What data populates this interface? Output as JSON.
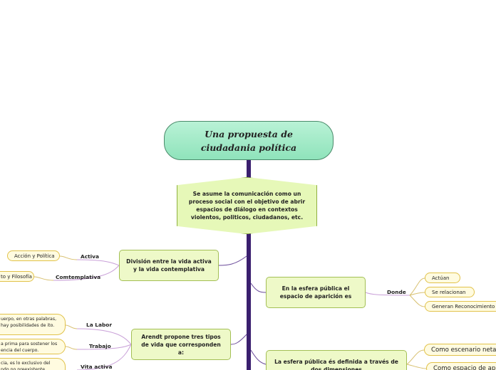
{
  "root": {
    "title": "Una propuesta de ciudadania política"
  },
  "intro": {
    "text": "Se asume la comunicación como un proceso social con el objetivo de abrir espacios de diálogo en contextos violentos, politicos, ciudadanos, etc."
  },
  "division": {
    "text": "División entre la vida activa y la vida contemplativa",
    "branches": [
      {
        "label": "Activa",
        "leaf": "Acción y Política"
      },
      {
        "label": "Comtemplativa",
        "leaf": "to y Filosofía"
      }
    ]
  },
  "esfera": {
    "text": "En la esfera pública el espacio de aparición es",
    "label": "Donde",
    "leaves": [
      "Actúan",
      "Se relacionan",
      "Generan Reconocimiento"
    ]
  },
  "arendt": {
    "text": "Arendt propone tres tipos de vida que corresponden a:",
    "branches": [
      {
        "label": "La Labor",
        "leaf": "uerpo, en otras palabras, hay posibilidades de ito."
      },
      {
        "label": "Trabajo",
        "leaf": "a prima para sostener los encia del cuerpo."
      },
      {
        "label": "Vita activa",
        "leaf": "cia, es lo exclusivo del ndo no preexistente"
      }
    ]
  },
  "definida": {
    "text": "La esfera pública és definida a través de dos dimensiones",
    "leaves": [
      "Como escenario netamente",
      "Como espacio de ap"
    ]
  },
  "colors": {
    "trunk": "#3a1f6e",
    "branch": "#6a4a9a",
    "leaf_link": "#c9b070"
  }
}
